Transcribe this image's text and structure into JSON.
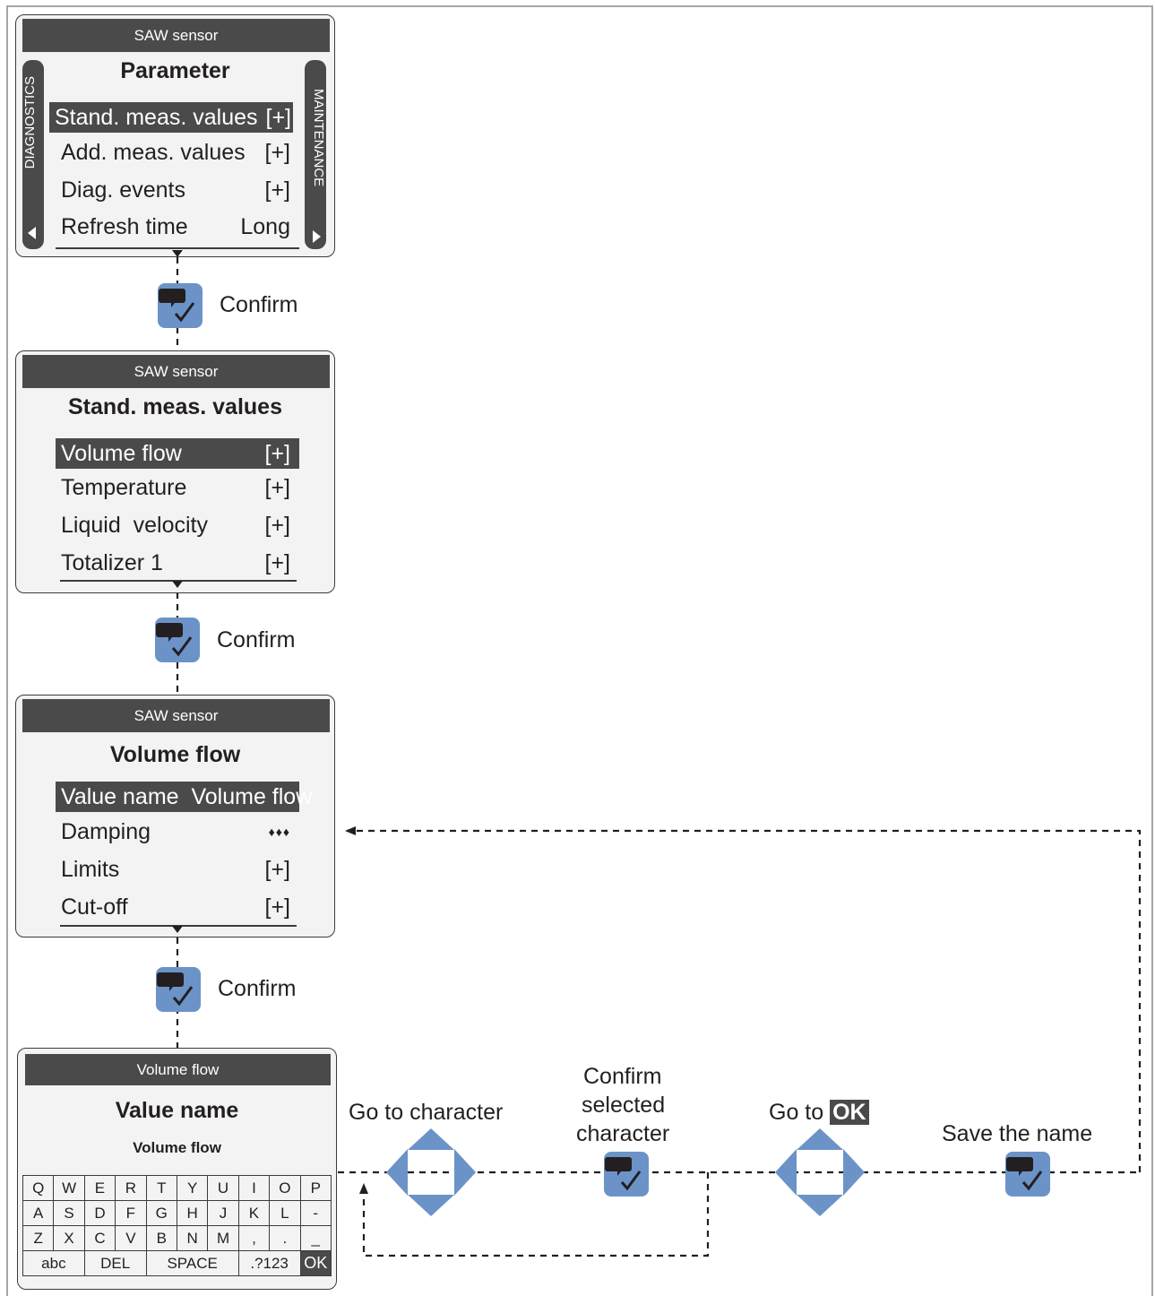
{
  "colors": {
    "header": "#4a4a4a",
    "panel": "#f3f3f3",
    "button": "#6b93c8",
    "button_dark": "#231f20"
  },
  "screen1": {
    "header": "SAW sensor",
    "title": "Parameter",
    "left_tab": "DIAGNOSTICS",
    "right_tab": "MAINTENANCE",
    "rows": [
      {
        "label": "Stand. meas. values",
        "value": "[+]"
      },
      {
        "label": "Add. meas. values",
        "value": "[+]"
      },
      {
        "label": "Diag. events",
        "value": "[+]"
      },
      {
        "label": "Refresh time",
        "value": "Long"
      }
    ]
  },
  "screen2": {
    "header": "SAW sensor",
    "title": "Stand. meas. values",
    "rows": [
      {
        "label": "Volume flow",
        "value": "[+]"
      },
      {
        "label": "Temperature",
        "value": "[+]"
      },
      {
        "label": "Liquid  velocity",
        "value": "[+]"
      },
      {
        "label": "Totalizer 1",
        "value": "[+]"
      }
    ]
  },
  "screen3": {
    "header": "SAW sensor",
    "title": "Volume flow",
    "rows": [
      {
        "label": "Value name  Volume flow",
        "value": ""
      },
      {
        "label": "Damping",
        "value": "♦♦♦"
      },
      {
        "label": "Limits",
        "value": "[+]"
      },
      {
        "label": "Cut-off",
        "value": "[+]"
      }
    ]
  },
  "screen4": {
    "header": "Volume flow",
    "title": "Value name",
    "current_value": "Volume flow",
    "keyboard": {
      "row1": [
        "Q",
        "W",
        "E",
        "R",
        "T",
        "Y",
        "U",
        "I",
        "O",
        "P"
      ],
      "row2": [
        "A",
        "S",
        "D",
        "F",
        "G",
        "H",
        "J",
        "K",
        "L",
        "-"
      ],
      "row3": [
        "Z",
        "X",
        "C",
        "V",
        "B",
        "N",
        "M",
        ",",
        ".",
        "_"
      ],
      "row4": [
        "abc",
        "DEL",
        "SPACE",
        ".?123",
        "OK"
      ]
    }
  },
  "steps": {
    "confirm1": "Confirm",
    "confirm2": "Confirm",
    "confirm3": "Confirm",
    "go_to_character": "Go to character",
    "confirm_selected_1": "Confirm",
    "confirm_selected_2": "selected",
    "confirm_selected_3": "character",
    "go_to_ok_prefix": "Go to",
    "go_to_ok_box": "OK",
    "save_the_name": "Save the name"
  }
}
